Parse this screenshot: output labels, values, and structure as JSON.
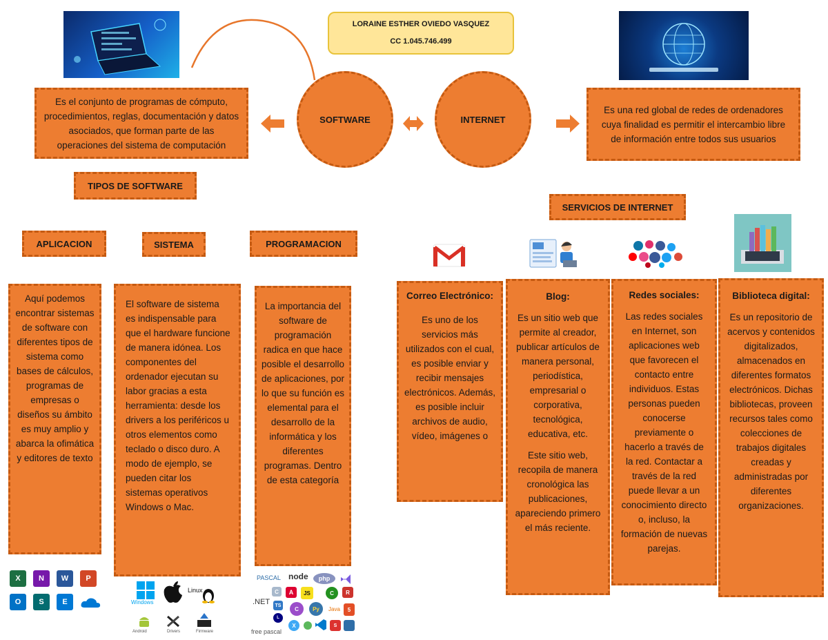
{
  "header": {
    "name": "LORAINE ESTHER OVIEDO VASQUEZ",
    "id": "CC 1.045.746.499"
  },
  "software": {
    "label": "SOFTWARE",
    "definition": "Es el conjunto de programas de cómputo, procedimientos, reglas, documentación y datos asociados, que forman parte de las operaciones del sistema de computación",
    "types_title": "TIPOS DE SOFTWARE",
    "types": [
      {
        "title": "APLICACION",
        "text": "Aquí podemos encontrar sistemas de software con diferentes tipos de sistema como bases de cálculos, programas de empresas o diseños su ámbito es muy amplio y abarca la ofimática y editores de texto"
      },
      {
        "title": "SISTEMA",
        "text": "El software de sistema es indispensable para que el hardware funcione de manera idónea. Los componentes del ordenador ejecutan su labor gracias a esta herramienta: desde los drivers a los periféricos u otros elementos como teclado o disco duro. A modo de ejemplo, se pueden citar los sistemas operativos Windows o Mac."
      },
      {
        "title": "PROGRAMACION",
        "text": "La importancia del software de programación radica en que hace posible el desarrollo de aplicaciones, por lo que su función es elemental para el desarrollo de la informática y los diferentes programas. Dentro de esta categoría"
      }
    ]
  },
  "internet": {
    "label": "INTERNET",
    "definition": "Es una red global de redes de ordenadores cuya finalidad es permitir el intercambio libre de información entre todos sus usuarios",
    "services_title": "SERVICIOS DE INTERNET",
    "services": [
      {
        "title": "Correo Electrónico:",
        "text": "Es uno de los servicios más utilizados con el cual, es posible enviar y recibir mensajes electrónicos. Además, es posible incluir archivos de audio, vídeo, imágenes o"
      },
      {
        "title": "Blog:",
        "text": "Es un sitio web que permite al creador, publicar artículos de manera personal, periodística, empresarial o corporativa, tecnológica, educativa, etc.",
        "text2": "Este sitio web, recopila de manera cronológica las publicaciones, apareciendo primero el más reciente."
      },
      {
        "title": "Redes sociales:",
        "text": "Las redes sociales en Internet, son aplicaciones web que favorecen el contacto entre individuos. Estas personas pueden conocerse previamente o hacerlo a través de la red. Contactar a través de la red puede llevar a un conocimiento directo o, incluso, la formación de nuevas parejas."
      },
      {
        "title": "Biblioteca digital:",
        "text": "Es un repositorio de acervos y contenidos digitalizados, almacenados en diferentes formatos electrónicos. Dichas bibliotecas, proveen recursos tales como colecciones de trabajos digitales creadas y administradas por diferentes organizaciones."
      }
    ]
  },
  "logos": {
    "office": [
      "X",
      "N",
      "W",
      "P",
      "O",
      "S",
      "E"
    ],
    "system": [
      "Windows",
      "Linux",
      "Android",
      "Drivers",
      "Firmware"
    ],
    "programming": [
      "PASCAL",
      "node",
      "php",
      ".NET",
      "JS",
      "TS",
      "Java",
      "free pascal"
    ]
  },
  "colors": {
    "box_fill": "#ED7D31",
    "box_border": "#C55A11",
    "name_fill": "#FFE699",
    "gmail_red": "#D93025"
  },
  "icons": [
    "arrow-left-icon",
    "arrow-both-icon",
    "arrow-right-icon",
    "gmail-icon",
    "blog-icon",
    "social-icon",
    "library-icon"
  ]
}
